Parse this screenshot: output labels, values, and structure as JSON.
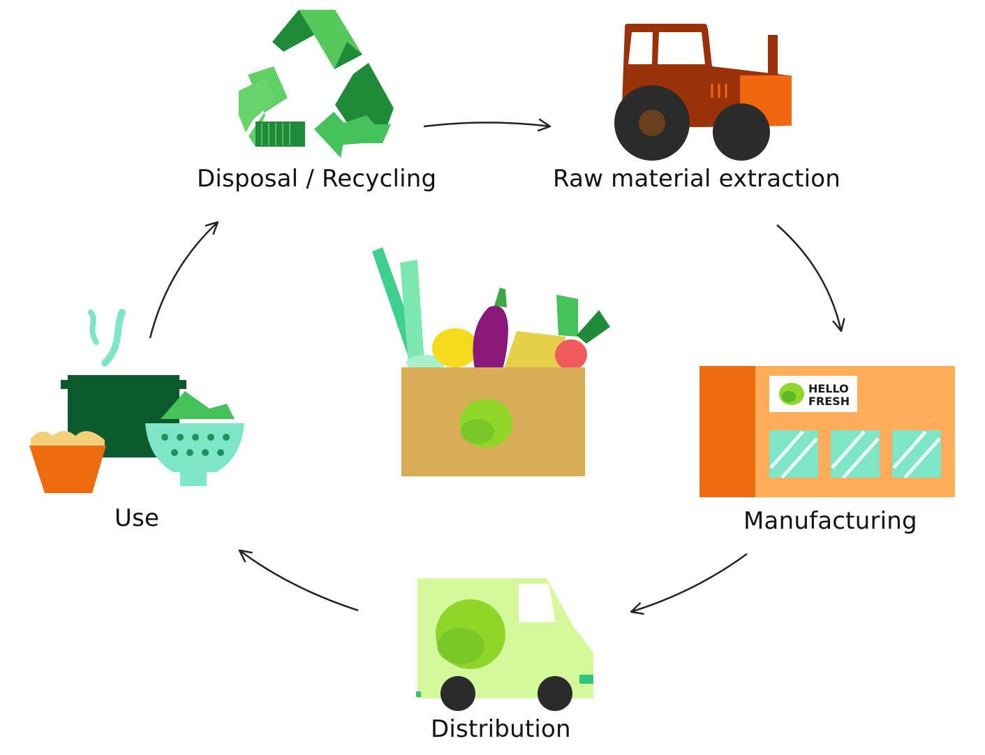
{
  "stages": {
    "disposal": {
      "label": "Disposal / Recycling",
      "icon": "recycling-icon"
    },
    "raw": {
      "label": "Raw material extraction",
      "icon": "tractor-icon"
    },
    "manufacturing": {
      "label": "Manufacturing",
      "icon": "factory-icon",
      "sign_line1": "HELLO",
      "sign_line2": "FRESH"
    },
    "distribution": {
      "label": "Distribution",
      "icon": "delivery-van-icon"
    },
    "use": {
      "label": "Use",
      "icon": "cooking-pot-icon"
    }
  },
  "center": {
    "icon": "meal-kit-box-icon"
  },
  "colors": {
    "recycle_green": "#45c35a",
    "recycle_dark": "#1e8a3a",
    "tractor_body": "#9b3108",
    "tractor_orange": "#f0670f",
    "factory_orange": "#ffad5a",
    "factory_dark": "#ef6b10",
    "window_mint": "#7ee6c6",
    "van_green": "#d3f99a",
    "lime": "#90d62a",
    "box_tan": "#d9ad55",
    "pot_green": "#0c5a2e",
    "arrow": "#222222"
  }
}
